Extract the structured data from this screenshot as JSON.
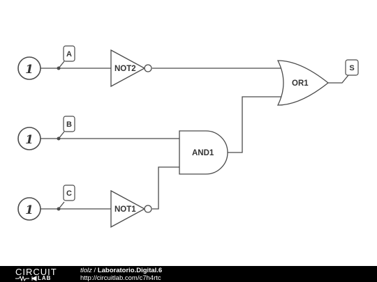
{
  "sources": [
    {
      "id": "src-a",
      "value": "1"
    },
    {
      "id": "src-b",
      "value": "1"
    },
    {
      "id": "src-c",
      "value": "1"
    }
  ],
  "tags": {
    "a": "A",
    "b": "B",
    "c": "C",
    "s": "S"
  },
  "gates": {
    "not2": "NOT2",
    "not1": "NOT1",
    "and1": "AND1",
    "or1": "OR1"
  },
  "footer": {
    "brand_top": "CIRCUIT",
    "brand_bottom": "LAB",
    "author": "tlolz",
    "separator": " / ",
    "title": "Laboratorio.Digital.6",
    "url": "http://circuitlab.com/c7h4rtc"
  },
  "colors": {
    "wire": "#4a4a4a",
    "footer_bg": "#000000",
    "footer_text": "#ffffff"
  }
}
